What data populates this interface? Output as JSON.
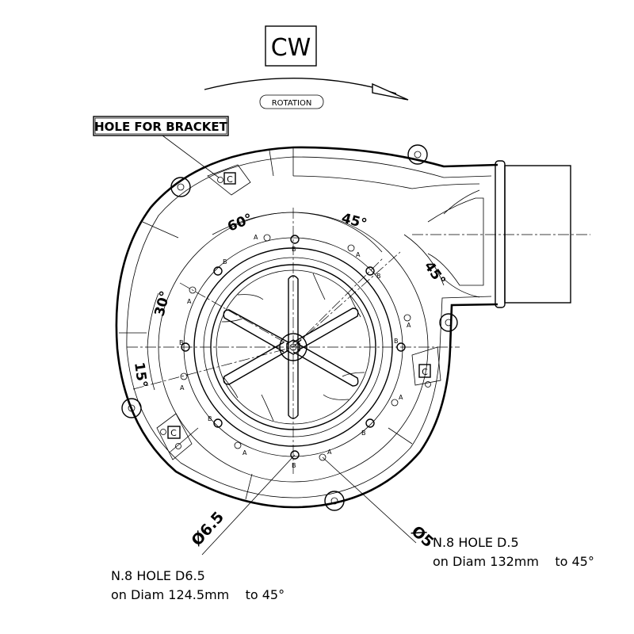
{
  "header": {
    "direction": "CW",
    "rotation_label": "ROTATION"
  },
  "labels": {
    "hole_for_bracket": "HOLE FOR BRACKET",
    "bracket_mark": "C",
    "hole_mark_a": "A",
    "hole_mark_b": "B"
  },
  "angles": {
    "a60": "60°",
    "a45_top": "45°",
    "a45_right": "45°",
    "a30": "30°",
    "a15": "15°"
  },
  "callouts": {
    "dia_6_5": "Ø6.5",
    "dia_5": "Ø5",
    "note_a_line1": "N.8 HOLE D6.5",
    "note_a_line2": "on Diam 124.5mm    to 45°",
    "note_b_line1": "N.8 HOLE D.5",
    "note_b_line2": "on Diam 132mm    to 45°"
  }
}
